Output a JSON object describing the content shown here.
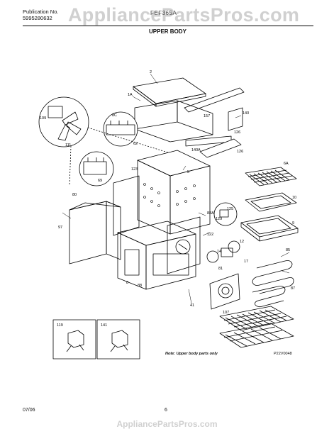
{
  "header": {
    "pub_label": "Publication No.",
    "pub_number": "5995280632",
    "model": "FEF365A",
    "section_title": "UPPER BODY",
    "watermark": "AppliancePartsPros.com"
  },
  "callouts": {
    "c2": "2",
    "c1A": "1A",
    "c157": "157",
    "c140": "140",
    "c126a": "126",
    "c109": "109",
    "c111": "111",
    "c62": "62",
    "c8C": "8C",
    "c140A": "140A",
    "c126b": "126",
    "c6A": "6A",
    "c69": "69",
    "c123": "123",
    "c5": "5",
    "c10": "10",
    "c80": "80",
    "c9": "9",
    "c97": "97",
    "c88A": "88A",
    "c125": "125",
    "c129": "129",
    "c85": "85",
    "c122": "122",
    "c14": "14",
    "c81": "81",
    "c17": "17",
    "c12": "12",
    "c8": "8",
    "c88": "88",
    "c87": "87",
    "c41": "41",
    "c107": "107",
    "c119": "119",
    "c141": "141"
  },
  "footer": {
    "note": "Note: Upper body parts only",
    "figure_code": "P22V0048",
    "date": "07/06",
    "page": "6",
    "bottom_watermark": "AppliancePartsPros.com"
  }
}
